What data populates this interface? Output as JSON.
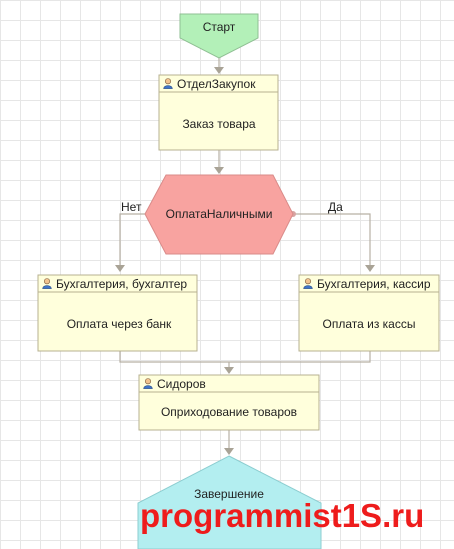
{
  "diagram": {
    "start": {
      "label": "Старт",
      "fill": "#b3f0b8",
      "stroke": "#8fbf93"
    },
    "tasks": [
      {
        "id": "zakaz",
        "performer": "ОтделЗакупок",
        "label": "Заказ товара"
      },
      {
        "id": "bank",
        "performer": "Бухгалтерия, бухгалтер",
        "label": "Оплата через банк"
      },
      {
        "id": "kassa",
        "performer": "Бухгалтерия, кассир",
        "label": "Оплата из кассы"
      },
      {
        "id": "oprih",
        "performer": "Сидоров",
        "label": "Оприходование товаров"
      }
    ],
    "condition": {
      "label": "ОплатаНаличными",
      "no_label": "Нет",
      "yes_label": "Да",
      "fill": "#f8a3a0",
      "stroke": "#d98b89"
    },
    "end": {
      "label": "Завершение",
      "fill": "#b3eef0",
      "stroke": "#8ccdd0"
    },
    "task_fill": "#ffffdc",
    "task_stroke": "#b7b191",
    "user_icon": "user-icon"
  },
  "watermark": "programmist1S.ru"
}
